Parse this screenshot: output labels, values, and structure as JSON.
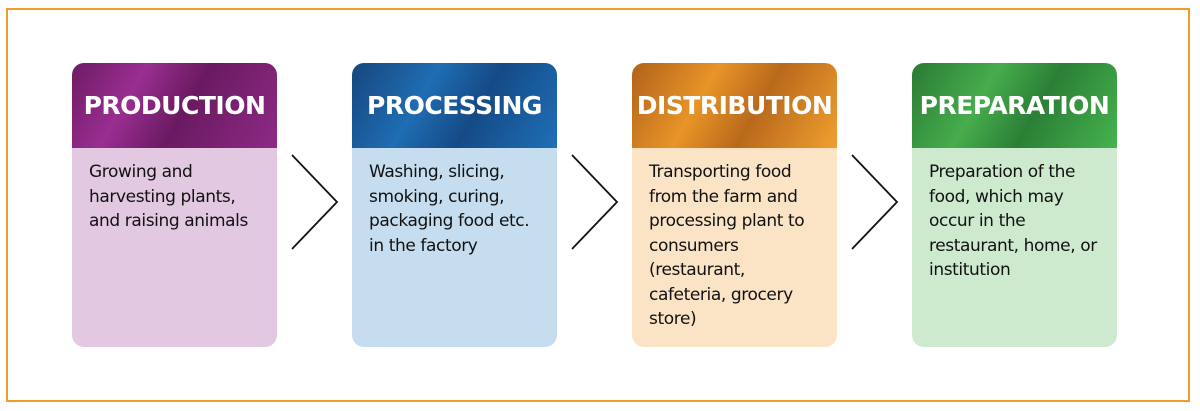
{
  "stages": [
    {
      "title": "PRODUCTION",
      "description": "Growing and harvesting plants, and raising animals",
      "header_color": "#7a2070",
      "body_color": "#e3c8e2"
    },
    {
      "title": "PROCESSING",
      "description": "Washing, slicing, smoking, curing, packaging food etc. in the factory",
      "header_color": "#1a5a96",
      "body_color": "#c5ddef"
    },
    {
      "title": "DISTRIBUTION",
      "description": "Transporting food from the farm and processing plant to consumers (restaurant, cafeteria, grocery store)",
      "header_color": "#c0701c",
      "body_color": "#fbe3c6"
    },
    {
      "title": "PREPARATION",
      "description": "Preparation of the food, which may occur in the restaurant, home, or institution",
      "header_color": "#2f8a3a",
      "body_color": "#cdeacf"
    }
  ],
  "border_color": "#f39a2b"
}
